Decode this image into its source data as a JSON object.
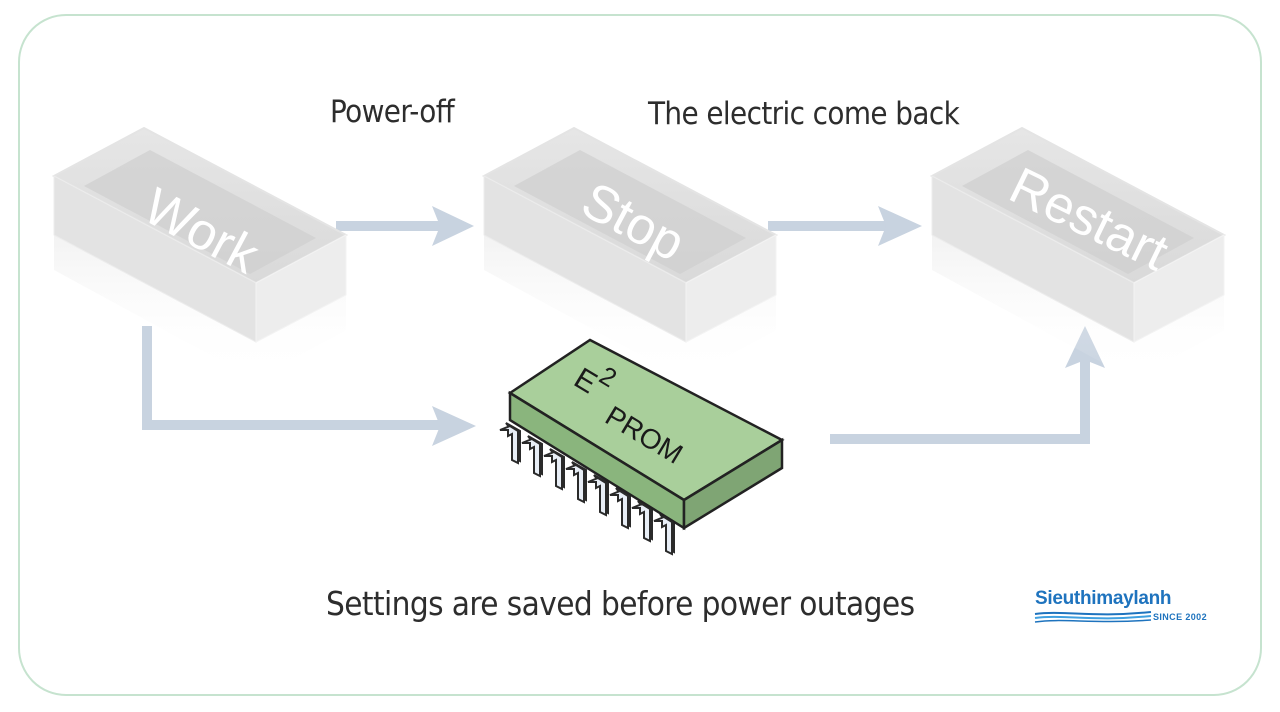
{
  "labels": {
    "power_off": "Power-off",
    "electric_back": "The electric come back",
    "settings_saved": "Settings are saved before power outages"
  },
  "blocks": {
    "work": "Work",
    "stop": "Stop",
    "restart": "Restart"
  },
  "chip": {
    "base": "E",
    "superscript": "2",
    "word": "PROM"
  },
  "logo": {
    "name": "Sieuthimaylanh",
    "tagline": "SINCE 2002"
  },
  "colors": {
    "arrow": "#c8d3e0",
    "chip_top": "#a9cf9b",
    "chip_side": "#7fa574",
    "frame": "#c6e3cf",
    "brand": "#1e73be"
  }
}
